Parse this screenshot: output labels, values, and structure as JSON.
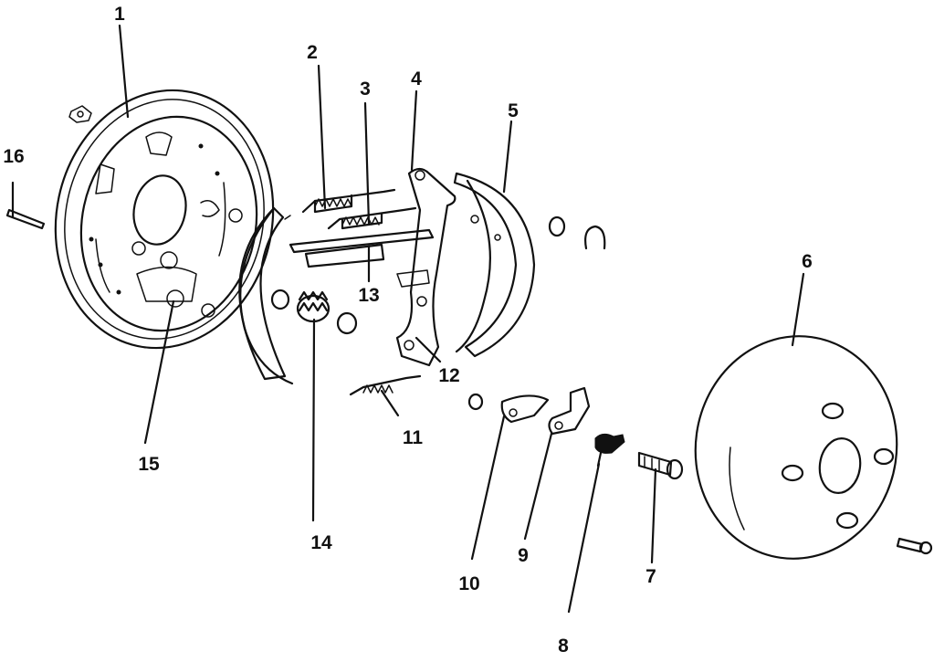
{
  "diagram": {
    "part_labels": [
      "1",
      "2",
      "3",
      "4",
      "5",
      "6",
      "7",
      "8",
      "9",
      "10",
      "11",
      "12",
      "13",
      "14",
      "15",
      "16"
    ]
  }
}
